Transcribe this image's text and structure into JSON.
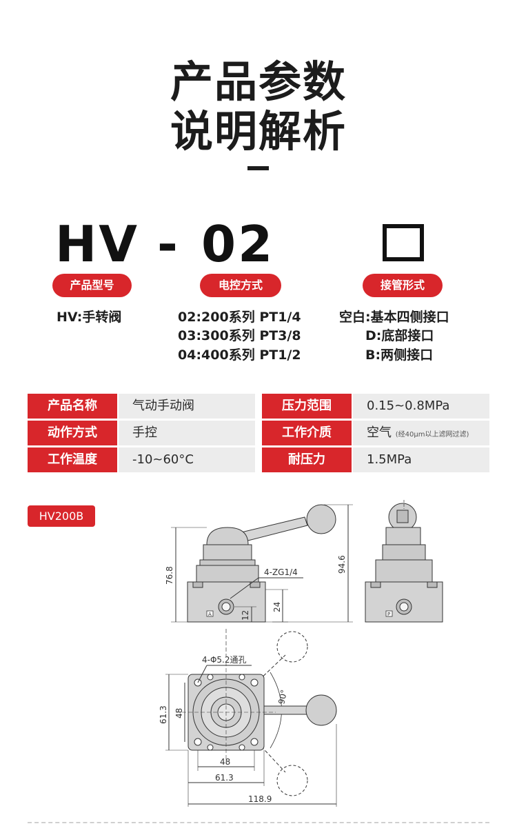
{
  "heading": {
    "line1": "产品参数",
    "line2": "说明解析"
  },
  "model_code": {
    "part1": "HV",
    "dash": "-",
    "part2": "02"
  },
  "groups": [
    {
      "label": "产品型号",
      "options": [
        "HV:手转阀"
      ]
    },
    {
      "label": "电控方式",
      "options": [
        "02:200系列 PT1/4",
        "03:300系列 PT3/8",
        "04:400系列 PT1/2"
      ]
    },
    {
      "label": "接管形式",
      "options": [
        "空白:基本四侧接口",
        "D:底部接口",
        "B:两侧接口"
      ]
    }
  ],
  "specs": {
    "left": [
      {
        "label": "产品名称",
        "value": "气动手动阀"
      },
      {
        "label": "动作方式",
        "value": "手控"
      },
      {
        "label": "工作温度",
        "value": "-10~60°C"
      }
    ],
    "right": [
      {
        "label": "压力范围",
        "value": "0.15~0.8MPa"
      },
      {
        "label": "工作介质",
        "value": "空气",
        "note": "(经40μm以上滤网过滤)"
      },
      {
        "label": "耐压力",
        "value": "1.5MPa"
      }
    ]
  },
  "model_tag": "HV200B",
  "drawing": {
    "front": {
      "height_total": "76.8",
      "port_label": "4-ZG1/4",
      "height_base": "24",
      "height_port": "12",
      "port_mark": "A"
    },
    "side": {
      "height_total": "94.6",
      "port_mark": "P"
    },
    "top": {
      "hole_label": "4-Φ5.2通孔",
      "angle": "90°",
      "height_outer": "61.3",
      "height_inner": "48",
      "width_inner": "48",
      "width_outer": "61.3",
      "width_total": "118.9"
    }
  },
  "colors": {
    "accent": "#d8262b",
    "table_bg": "#ececec",
    "text": "#1c1c1c"
  }
}
